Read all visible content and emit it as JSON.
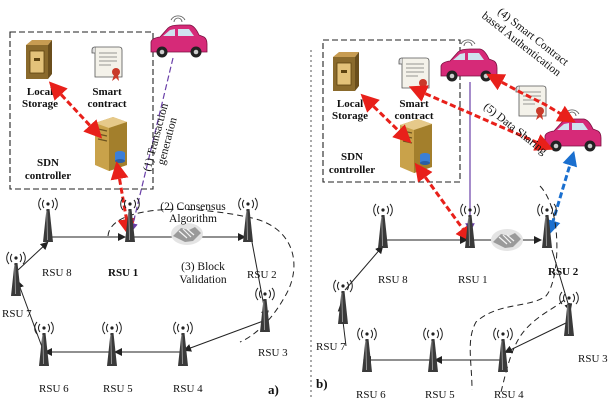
{
  "panel_a": {
    "letter": "a)",
    "local_storage": [
      "Local",
      "Storage"
    ],
    "smart_contract": [
      "Smart",
      "contract"
    ],
    "sdn": [
      "SDN",
      "controller"
    ],
    "transaction": [
      "(1) Transaction",
      "generation"
    ],
    "consensus": [
      "(2) Consensus",
      "Algorithm"
    ],
    "block": [
      "(3) Block",
      "Validation"
    ],
    "rsu": {
      "r1": "RSU 1",
      "r2": "RSU 2",
      "r3": "RSU 3",
      "r4": "RSU 4",
      "r5": "RSU 5",
      "r6": "RSU 6",
      "r7": "RSU 7",
      "r8": "RSU 8"
    }
  },
  "panel_b": {
    "letter": "b)",
    "local_storage": [
      "Local",
      "Storage"
    ],
    "smart_contract": [
      "Smart",
      "contract"
    ],
    "sdn": [
      "SDN",
      "controller"
    ],
    "auth": [
      "(4) Smart Contract",
      "based Authentication"
    ],
    "sharing": "(5) Data Sharing",
    "rsu": {
      "r1": "RSU 1",
      "r2": "RSU 2",
      "r3": "RSU 3",
      "r4": "RSU 4",
      "r5": "RSU 5",
      "r6": "RSU 6",
      "r7": "RSU 7",
      "r8": "RSU 8"
    }
  },
  "colors": {
    "red_arrow": "#e8201a",
    "purple_arrow": "#6a3fa8",
    "blue_arrow": "#1a6fcf",
    "car_body": "#d62a78"
  }
}
